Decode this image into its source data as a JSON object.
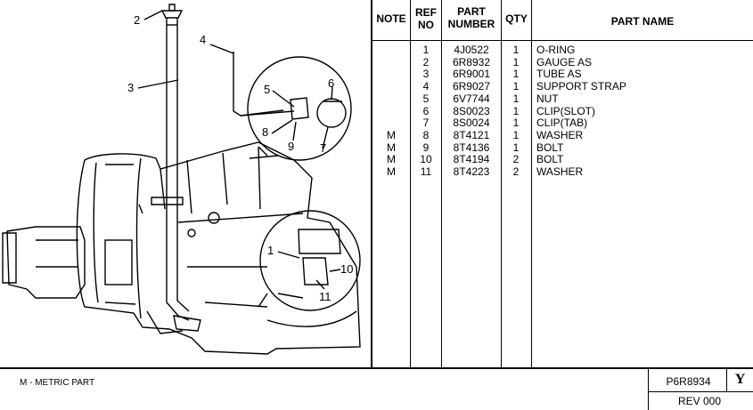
{
  "table": {
    "headers": {
      "note": "NOTE",
      "ref_no": "REF\nNO",
      "part_number": "PART\nNUMBER",
      "qty": "QTY",
      "part_name": "PART NAME"
    },
    "rows": [
      {
        "note": "",
        "ref": "1",
        "part": "4J0522",
        "qty": "1",
        "name": "O-RING"
      },
      {
        "note": "",
        "ref": "2",
        "part": "6R8932",
        "qty": "1",
        "name": "GAUGE AS"
      },
      {
        "note": "",
        "ref": "3",
        "part": "6R9001",
        "qty": "1",
        "name": "TUBE AS"
      },
      {
        "note": "",
        "ref": "4",
        "part": "6R9027",
        "qty": "1",
        "name": "SUPPORT STRAP"
      },
      {
        "note": "",
        "ref": "5",
        "part": "6V7744",
        "qty": "1",
        "name": "NUT"
      },
      {
        "note": "",
        "ref": "6",
        "part": "8S0023",
        "qty": "1",
        "name": "CLIP(SLOT)"
      },
      {
        "note": "",
        "ref": "7",
        "part": "8S0024",
        "qty": "1",
        "name": "CLIP(TAB)"
      },
      {
        "note": "M",
        "ref": "8",
        "part": "8T4121",
        "qty": "1",
        "name": "WASHER"
      },
      {
        "note": "M",
        "ref": "9",
        "part": "8T4136",
        "qty": "1",
        "name": "BOLT"
      },
      {
        "note": "M",
        "ref": "10",
        "part": "8T4194",
        "qty": "2",
        "name": "BOLT"
      },
      {
        "note": "M",
        "ref": "11",
        "part": "8T4223",
        "qty": "2",
        "name": "WASHER"
      }
    ]
  },
  "callouts": [
    "1",
    "2",
    "3",
    "4",
    "5",
    "6",
    "7",
    "8",
    "9",
    "10",
    "11"
  ],
  "footer": {
    "legend": "M - METRIC PART",
    "part_no": "P6R8934",
    "revision_letter": "Y",
    "rev": "REV 000"
  }
}
